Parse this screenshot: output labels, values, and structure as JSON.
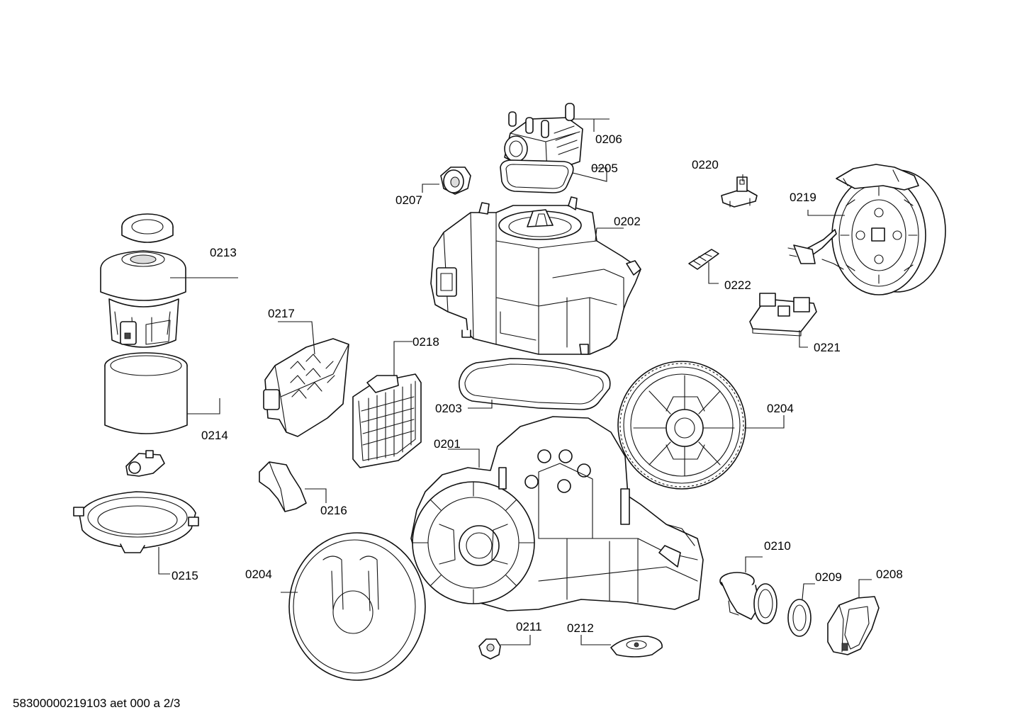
{
  "labels": {
    "p0201": "0201",
    "p0202": "0202",
    "p0203": "0203",
    "p0204a": "0204",
    "p0204b": "0204",
    "p0205": "0205",
    "p0206": "0206",
    "p0207": "0207",
    "p0208": "0208",
    "p0209": "0209",
    "p0210": "0210",
    "p0211": "0211",
    "p0212": "0212",
    "p0213": "0213",
    "p0214": "0214",
    "p0215": "0215",
    "p0216": "0216",
    "p0217": "0217",
    "p0218": "0218",
    "p0219": "0219",
    "p0220": "0220",
    "p0221": "0221",
    "p0222": "0222"
  },
  "footer": "58300000219103 aet 000 a 2/3"
}
